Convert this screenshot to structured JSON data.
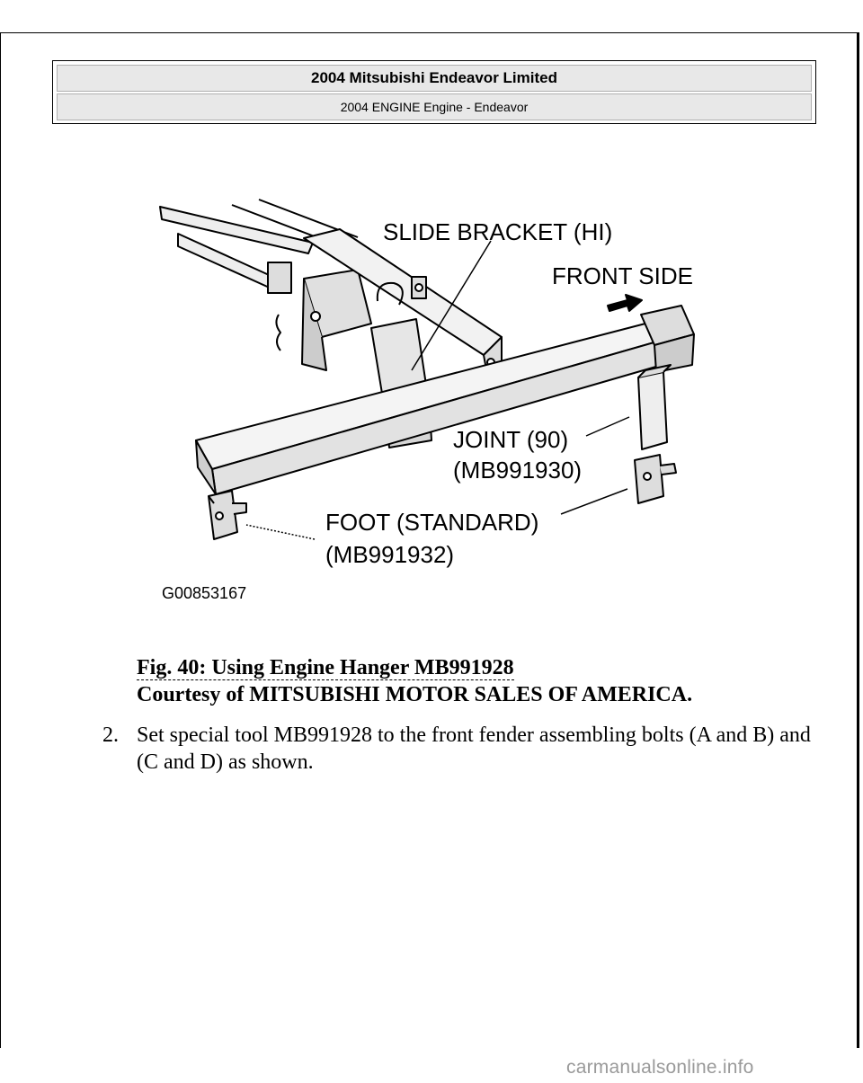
{
  "header": {
    "title": "2004 Mitsubishi Endeavor Limited",
    "subtitle": "2004 ENGINE Engine - Endeavor"
  },
  "figure": {
    "labels": {
      "slide_bracket": "SLIDE BRACKET (HI)",
      "front_side": "FRONT SIDE",
      "joint": "JOINT (90)",
      "joint_part": "(MB991930)",
      "foot": "FOOT (STANDARD)",
      "foot_part": "(MB991932)",
      "figure_id": "G00853167"
    },
    "caption_title": "Fig. 40: Using Engine Hanger MB991928",
    "caption_credit": "Courtesy of MITSUBISHI MOTOR SALES OF AMERICA."
  },
  "steps": [
    {
      "number": "2.",
      "text": "Set special tool MB991928 to the front fender assembling bolts (A and B) and (C and D) as shown."
    }
  ],
  "watermark": "carmanualsonline.info"
}
